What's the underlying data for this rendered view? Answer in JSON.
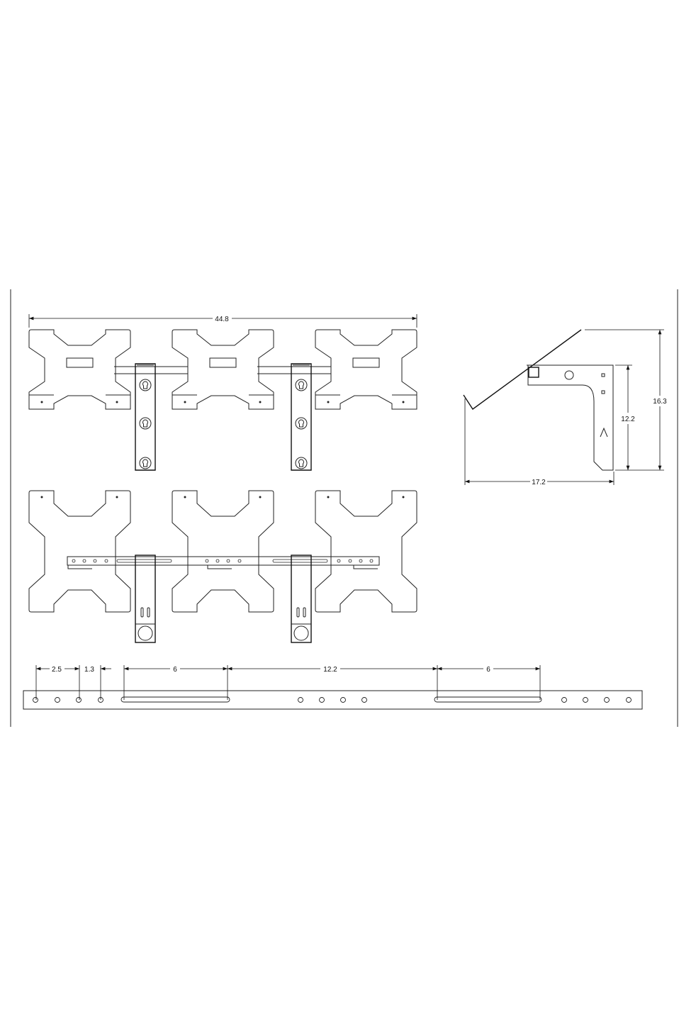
{
  "drawing": {
    "dimensions": {
      "overall_width": "44.8",
      "side_height_total": "16.3",
      "side_height_bracket": "12.2",
      "side_depth": "17.2",
      "rail_hole_spacing": "2.5",
      "rail_hole_offset": "1.3",
      "rail_slot_left": "6",
      "rail_slot_spacing": "12.2",
      "rail_slot_right": "6"
    },
    "line_color": "#222222",
    "background": "#ffffff"
  }
}
